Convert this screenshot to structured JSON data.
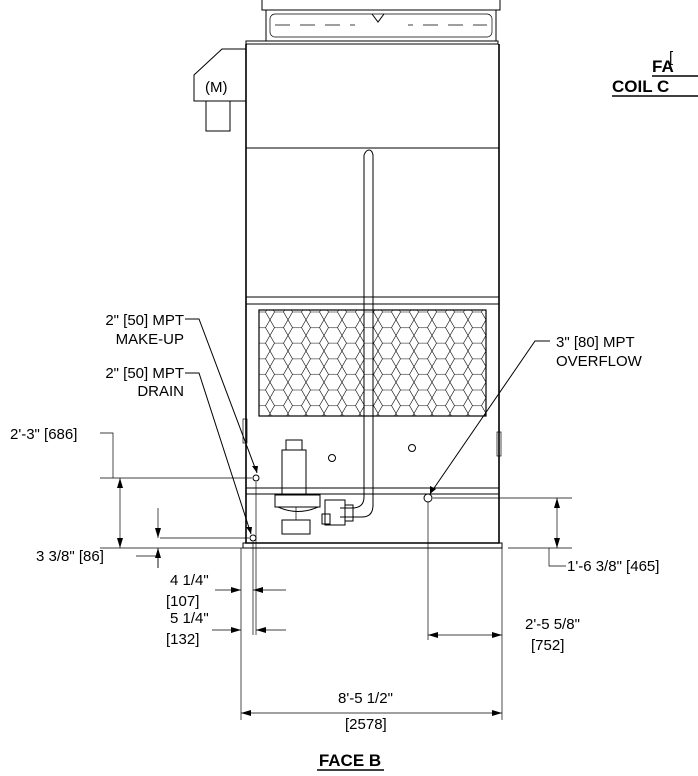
{
  "view_title": "FACE B",
  "cut_off_labels": {
    "top_right_title_1": "FA",
    "top_right_title_2": "COIL C",
    "top_right_bracket": "["
  },
  "motor_label": "(M)",
  "callouts": {
    "make_up": {
      "line1": "2\" [50] MPT",
      "line2": "MAKE-UP"
    },
    "drain": {
      "line1": "2\" [50] MPT",
      "line2": "DRAIN"
    },
    "overflow": {
      "line1": "3\" [80] MPT",
      "line2": "OVERFLOW"
    }
  },
  "dimensions": {
    "make_up_height": "2'-3\" [686]",
    "drain_height": "3 3/8\" [86]",
    "overflow_height": "1'-6 3/8\" [465]",
    "drain_offset_line1": "4 1/4\"",
    "drain_offset_line2": "[107]",
    "make_up_offset_line1": "5 1/4\"",
    "make_up_offset_line2": "[132]",
    "overflow_offset_line1": "2'-5 5/8\"",
    "overflow_offset_line2": "[752]",
    "overall_width_line1": "8'-5 1/2\"",
    "overall_width_line2": "[2578]"
  }
}
